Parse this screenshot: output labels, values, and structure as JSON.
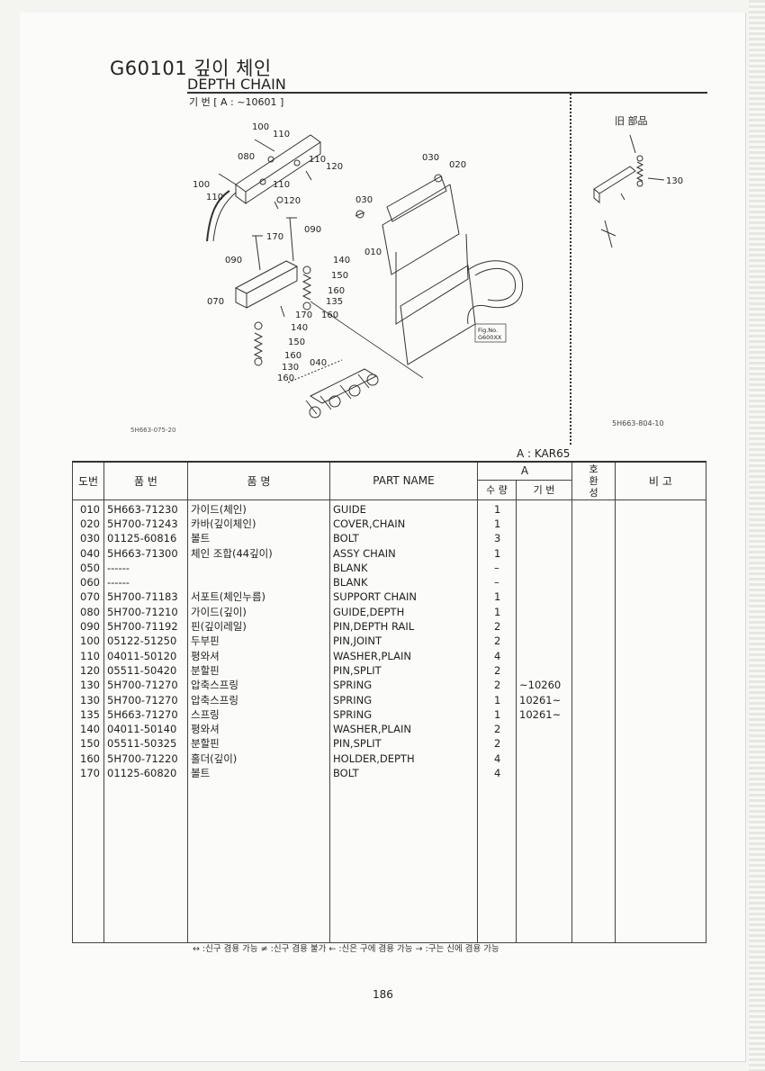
{
  "header": {
    "title_ko": "G60101 깊이 체인",
    "title_en": "DEPTH CHAIN",
    "serial_note": "기 번 [ A : ~10601 ]",
    "old_parts_label": "旧 部品"
  },
  "diagram": {
    "callouts": [
      "100",
      "110",
      "080",
      "110",
      "120",
      "100",
      "110",
      "110",
      "120",
      "170",
      "090",
      "090",
      "140",
      "150",
      "160",
      "135",
      "070",
      "170",
      "160",
      "140",
      "150",
      "160",
      "130",
      "160",
      "040",
      "030",
      "020",
      "030",
      "010",
      "130"
    ],
    "fig_ref": [
      "Fig.No.",
      "G600XX"
    ],
    "code_left": "5H663-075-20",
    "code_right": "5H663-804-10"
  },
  "table": {
    "model_label": "A  :  KAR65",
    "headers": {
      "no": "도번",
      "part_no": "품    번",
      "name_ko": "품        명",
      "part_name": "PART NAME",
      "group_a": "A",
      "qty": "수 량",
      "serial": "기 번",
      "interchange": "호환성",
      "remarks": "비    고"
    },
    "rows": [
      {
        "no": "010",
        "part_no": "5H663-71230",
        "name_ko": "가이드(체인)",
        "part_name": "GUIDE",
        "qty": "1",
        "serial": ""
      },
      {
        "no": "020",
        "part_no": "5H700-71243",
        "name_ko": "카바(깊이체인)",
        "part_name": "COVER,CHAIN",
        "qty": "1",
        "serial": ""
      },
      {
        "no": "030",
        "part_no": "01125-60816",
        "name_ko": "볼트",
        "part_name": "BOLT",
        "qty": "3",
        "serial": ""
      },
      {
        "no": "040",
        "part_no": "5H663-71300",
        "name_ko": "체인 조합(44깊이)",
        "part_name": "ASSY CHAIN",
        "qty": "1",
        "serial": ""
      },
      {
        "no": "050",
        "part_no": "------",
        "name_ko": "",
        "part_name": "BLANK",
        "qty": "–",
        "serial": ""
      },
      {
        "no": "060",
        "part_no": "------",
        "name_ko": "",
        "part_name": "BLANK",
        "qty": "–",
        "serial": ""
      },
      {
        "no": "070",
        "part_no": "5H700-71183",
        "name_ko": "서포트(체인누름)",
        "part_name": "SUPPORT CHAIN",
        "qty": "1",
        "serial": ""
      },
      {
        "no": "080",
        "part_no": "5H700-71210",
        "name_ko": "가이드(깊이)",
        "part_name": "GUIDE,DEPTH",
        "qty": "1",
        "serial": ""
      },
      {
        "no": "090",
        "part_no": "5H700-71192",
        "name_ko": "핀(깊이레일)",
        "part_name": "PIN,DEPTH RAIL",
        "qty": "2",
        "serial": ""
      },
      {
        "no": "100",
        "part_no": "05122-51250",
        "name_ko": "두부핀",
        "part_name": "PIN,JOINT",
        "qty": "2",
        "serial": ""
      },
      {
        "no": "110",
        "part_no": "04011-50120",
        "name_ko": "평와셔",
        "part_name": "WASHER,PLAIN",
        "qty": "4",
        "serial": ""
      },
      {
        "no": "120",
        "part_no": "05511-50420",
        "name_ko": "분할핀",
        "part_name": "PIN,SPLIT",
        "qty": "2",
        "serial": ""
      },
      {
        "no": "130",
        "part_no": "5H700-71270",
        "name_ko": "압축스프링",
        "part_name": "SPRING",
        "qty": "2",
        "serial": "~10260"
      },
      {
        "no": "130",
        "part_no": "5H700-71270",
        "name_ko": "압축스프링",
        "part_name": "SPRING",
        "qty": "1",
        "serial": "10261~"
      },
      {
        "no": "135",
        "part_no": "5H663-71270",
        "name_ko": "스프링",
        "part_name": "SPRING",
        "qty": "1",
        "serial": "10261~"
      },
      {
        "no": "140",
        "part_no": "04011-50140",
        "name_ko": "평와셔",
        "part_name": "WASHER,PLAIN",
        "qty": "2",
        "serial": ""
      },
      {
        "no": "150",
        "part_no": "05511-50325",
        "name_ko": "분할핀",
        "part_name": "PIN,SPLIT",
        "qty": "2",
        "serial": ""
      },
      {
        "no": "160",
        "part_no": "5H700-71220",
        "name_ko": "홀더(깊이)",
        "part_name": "HOLDER,DEPTH",
        "qty": "4",
        "serial": ""
      },
      {
        "no": "170",
        "part_no": "01125-60820",
        "name_ko": "볼트",
        "part_name": "BOLT",
        "qty": "4",
        "serial": ""
      }
    ]
  },
  "footer": {
    "legend": "↔ :신구 겸용 가능     ≠ :신구 겸용 불가     ← :신은 구에 겸용 가능     → :구는 신에 겸용 가능",
    "page_number": "186"
  }
}
